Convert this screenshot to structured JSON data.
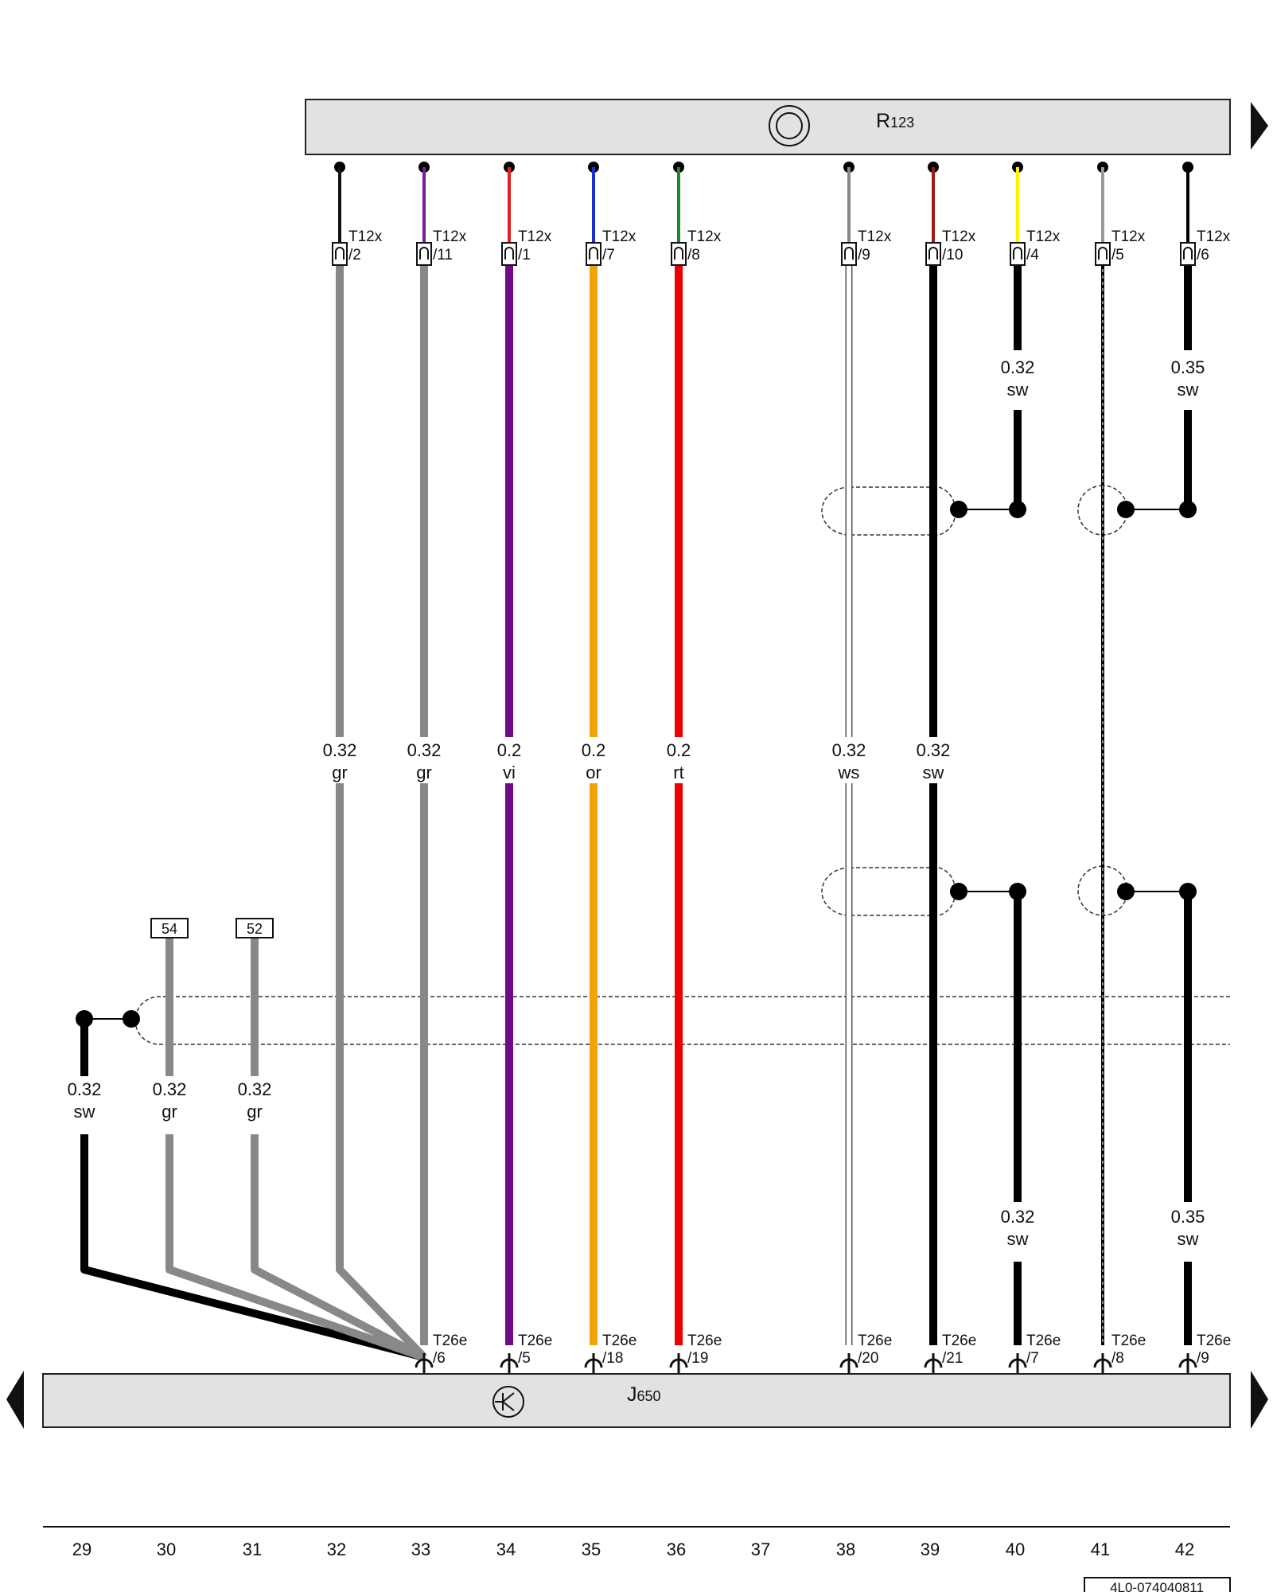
{
  "components": {
    "top": {
      "letter": "R",
      "num": "123"
    },
    "bottom": {
      "letter": "J",
      "num": "650"
    }
  },
  "top_wires": [
    {
      "conn": "T12x",
      "pin": "/2",
      "size": "0.32",
      "color_code": "gr",
      "color": "#888888",
      "top_stub": "#111111"
    },
    {
      "conn": "T12x",
      "pin": "/11",
      "size": "0.32",
      "color_code": "gr",
      "color": "#888888",
      "top_stub": "#7a1c9c"
    },
    {
      "conn": "T12x",
      "pin": "/1",
      "size": "0.2",
      "color_code": "vi",
      "color": "#6f0a8a",
      "top_stub": "#e32020"
    },
    {
      "conn": "T12x",
      "pin": "/7",
      "size": "0.2",
      "color_code": "or",
      "color": "#f2a20c",
      "top_stub": "#1a2fd0"
    },
    {
      "conn": "T12x",
      "pin": "/8",
      "size": "0.2",
      "color_code": "rt",
      "color": "#ee0000",
      "top_stub": "#1a8a1a"
    },
    {
      "conn": "T12x",
      "pin": "/9",
      "size": "0.32",
      "color_code": "ws",
      "color": "#ffffff",
      "top_stub": "#888888"
    },
    {
      "conn": "T12x",
      "pin": "/10",
      "size": "0.32",
      "color_code": "sw",
      "color": "#000000",
      "top_stub": "#a01818"
    },
    {
      "conn": "T12x",
      "pin": "/4",
      "size": "0.32",
      "color_code": "sw",
      "color": "#000000",
      "top_stub": "#ffee00"
    },
    {
      "conn": "T12x",
      "pin": "/5",
      "size": "",
      "color_code": "",
      "color": "#000000",
      "top_stub": "#999999"
    },
    {
      "conn": "T12x",
      "pin": "/6",
      "size": "0.35",
      "color_code": "sw",
      "color": "#000000",
      "top_stub": "#000000"
    }
  ],
  "bottom_pins": [
    {
      "conn": "T26e",
      "pin": "/6"
    },
    {
      "conn": "T26e",
      "pin": "/5"
    },
    {
      "conn": "T26e",
      "pin": "/18"
    },
    {
      "conn": "T26e",
      "pin": "/19"
    },
    {
      "conn": "T26e",
      "pin": "/20"
    },
    {
      "conn": "T26e",
      "pin": "/21"
    },
    {
      "conn": "T26e",
      "pin": "/7"
    },
    {
      "conn": "T26e",
      "pin": "/8"
    },
    {
      "conn": "T26e",
      "pin": "/9"
    }
  ],
  "lower_wires": [
    {
      "size": "0.32",
      "color_code": "sw"
    },
    {
      "size": "0.32",
      "color_code": "gr"
    },
    {
      "size": "0.32",
      "color_code": "gr"
    },
    {
      "size": "0.32",
      "color_code": "sw"
    },
    {
      "size": "0.35",
      "color_code": "sw"
    }
  ],
  "refs": [
    "54",
    "52"
  ],
  "columns": [
    "29",
    "30",
    "31",
    "32",
    "33",
    "34",
    "35",
    "36",
    "37",
    "38",
    "39",
    "40",
    "41",
    "42"
  ],
  "doc_id": "4L0-074040811"
}
